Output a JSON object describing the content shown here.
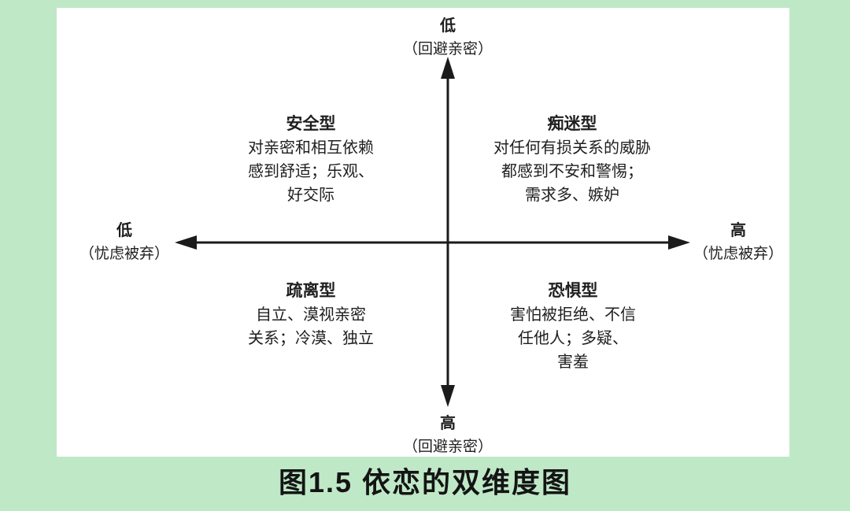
{
  "colors": {
    "bg": "#bfe8c7",
    "panel": "#ffffff",
    "line": "#1b1b1b",
    "text": "#1f1f1f"
  },
  "axes": {
    "top": {
      "level": "低",
      "dimension": "（回避亲密）"
    },
    "bottom": {
      "level": "高",
      "dimension": "（回避亲密）"
    },
    "left": {
      "level": "低",
      "dimension": "（忧虑被弃）"
    },
    "right": {
      "level": "高",
      "dimension": "（忧虑被弃）"
    }
  },
  "quadrants": {
    "top_left": {
      "title": "安全型",
      "lines": [
        "对亲密和相互依赖",
        "感到舒适；乐观、",
        "好交际"
      ]
    },
    "top_right": {
      "title": "痴迷型",
      "lines": [
        "对任何有损关系的威胁",
        "都感到不安和警惕；",
        "需求多、嫉妒"
      ]
    },
    "bottom_left": {
      "title": "疏离型",
      "lines": [
        "自立、漠视亲密",
        "关系；冷漠、独立"
      ]
    },
    "bottom_right": {
      "title": "恐惧型",
      "lines": [
        "害怕被拒绝、不信",
        "任他人；多疑、",
        "害羞"
      ]
    }
  },
  "caption": "图1.5 依恋的双维度图"
}
